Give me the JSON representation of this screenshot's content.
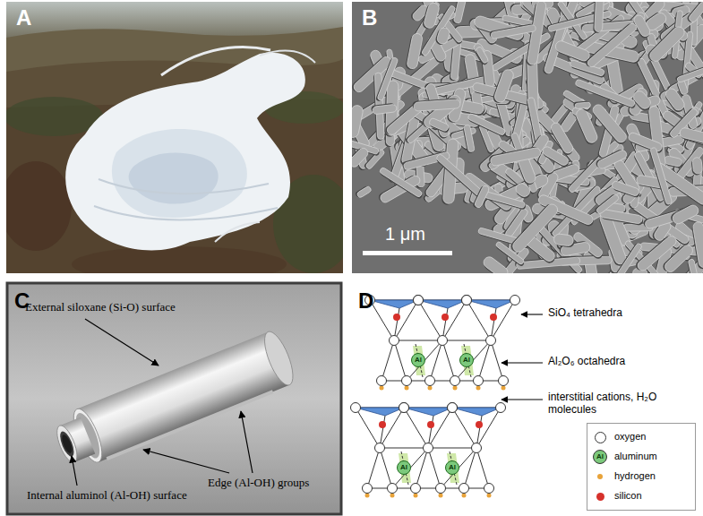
{
  "diagram": {
    "labels": [
      "A",
      "B",
      "C",
      "D",
      "1 μm",
      "External siloxane (Si-O) surface",
      "Internal aluminol (Al-OH) surface",
      "Edge (Al-OH) groups",
      "SiO₄ tetrahedra",
      "Al₂O₆ octahedra",
      "interstitial cations, H₂O molecules",
      "Al",
      "Al",
      "Al",
      "Al",
      "Al"
    ],
    "legend": [
      {
        "text": "oxygen",
        "color": "#ffffff"
      },
      {
        "text": "aluminum",
        "color": "#7cc97c"
      },
      {
        "text": "hydrogen",
        "color": "#e8a33a"
      },
      {
        "text": "silicon",
        "color": "#d6312b"
      }
    ]
  }
}
